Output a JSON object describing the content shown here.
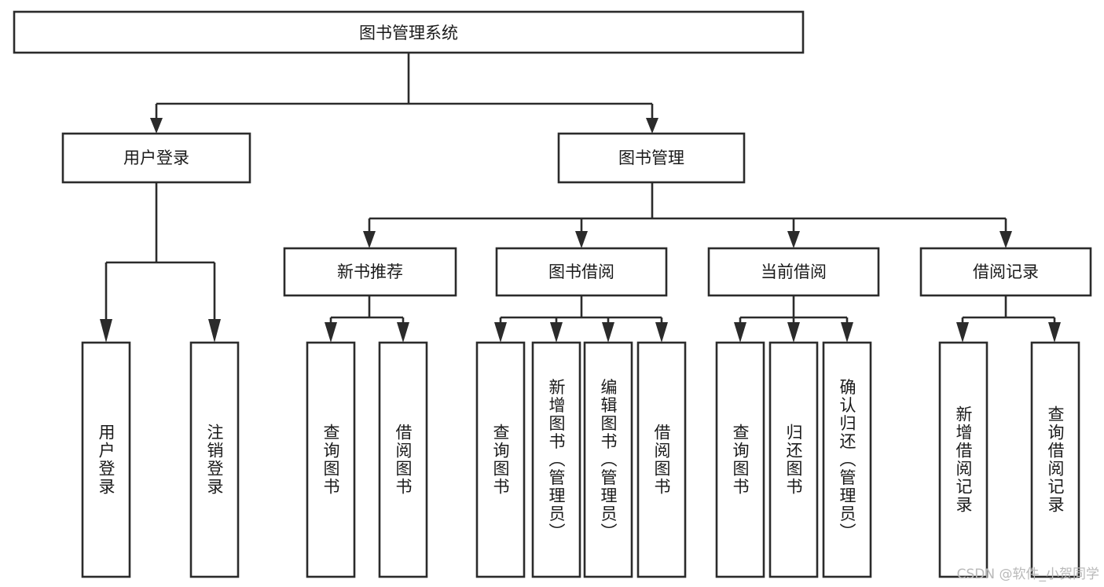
{
  "diagram": {
    "title": "图书管理系统",
    "type": "hierarchy-tree",
    "watermark": "CSDN @软件_小贺同学",
    "colors": {
      "stroke": "#2b2b2b",
      "box_fill": "#ffffff",
      "text": "#1a1a1a",
      "background": "#ffffff",
      "watermark": "#b9b9b9"
    },
    "levels": {
      "root": {
        "label": "图书管理系统"
      },
      "level2": [
        {
          "label": "用户登录"
        },
        {
          "label": "图书管理"
        }
      ],
      "level3": [
        {
          "label": "新书推荐"
        },
        {
          "label": "图书借阅"
        },
        {
          "label": "当前借阅"
        },
        {
          "label": "借阅记录"
        }
      ],
      "leaves": {
        "user_login": [
          {
            "label": "用户登录"
          },
          {
            "label": "注销登录"
          }
        ],
        "new_book_recommend": [
          {
            "label": "查询图书"
          },
          {
            "label": "借阅图书"
          }
        ],
        "book_borrow": [
          {
            "label": "查询图书"
          },
          {
            "label": "新增图书（管理员）"
          },
          {
            "label": "编辑图书（管理员）"
          },
          {
            "label": "借阅图书"
          }
        ],
        "current_borrow": [
          {
            "label": "查询图书"
          },
          {
            "label": "归还图书"
          },
          {
            "label": "确认归还（管理员）"
          }
        ],
        "borrow_records": [
          {
            "label": "新增借阅记录"
          },
          {
            "label": "查询借阅记录"
          }
        ]
      }
    }
  }
}
